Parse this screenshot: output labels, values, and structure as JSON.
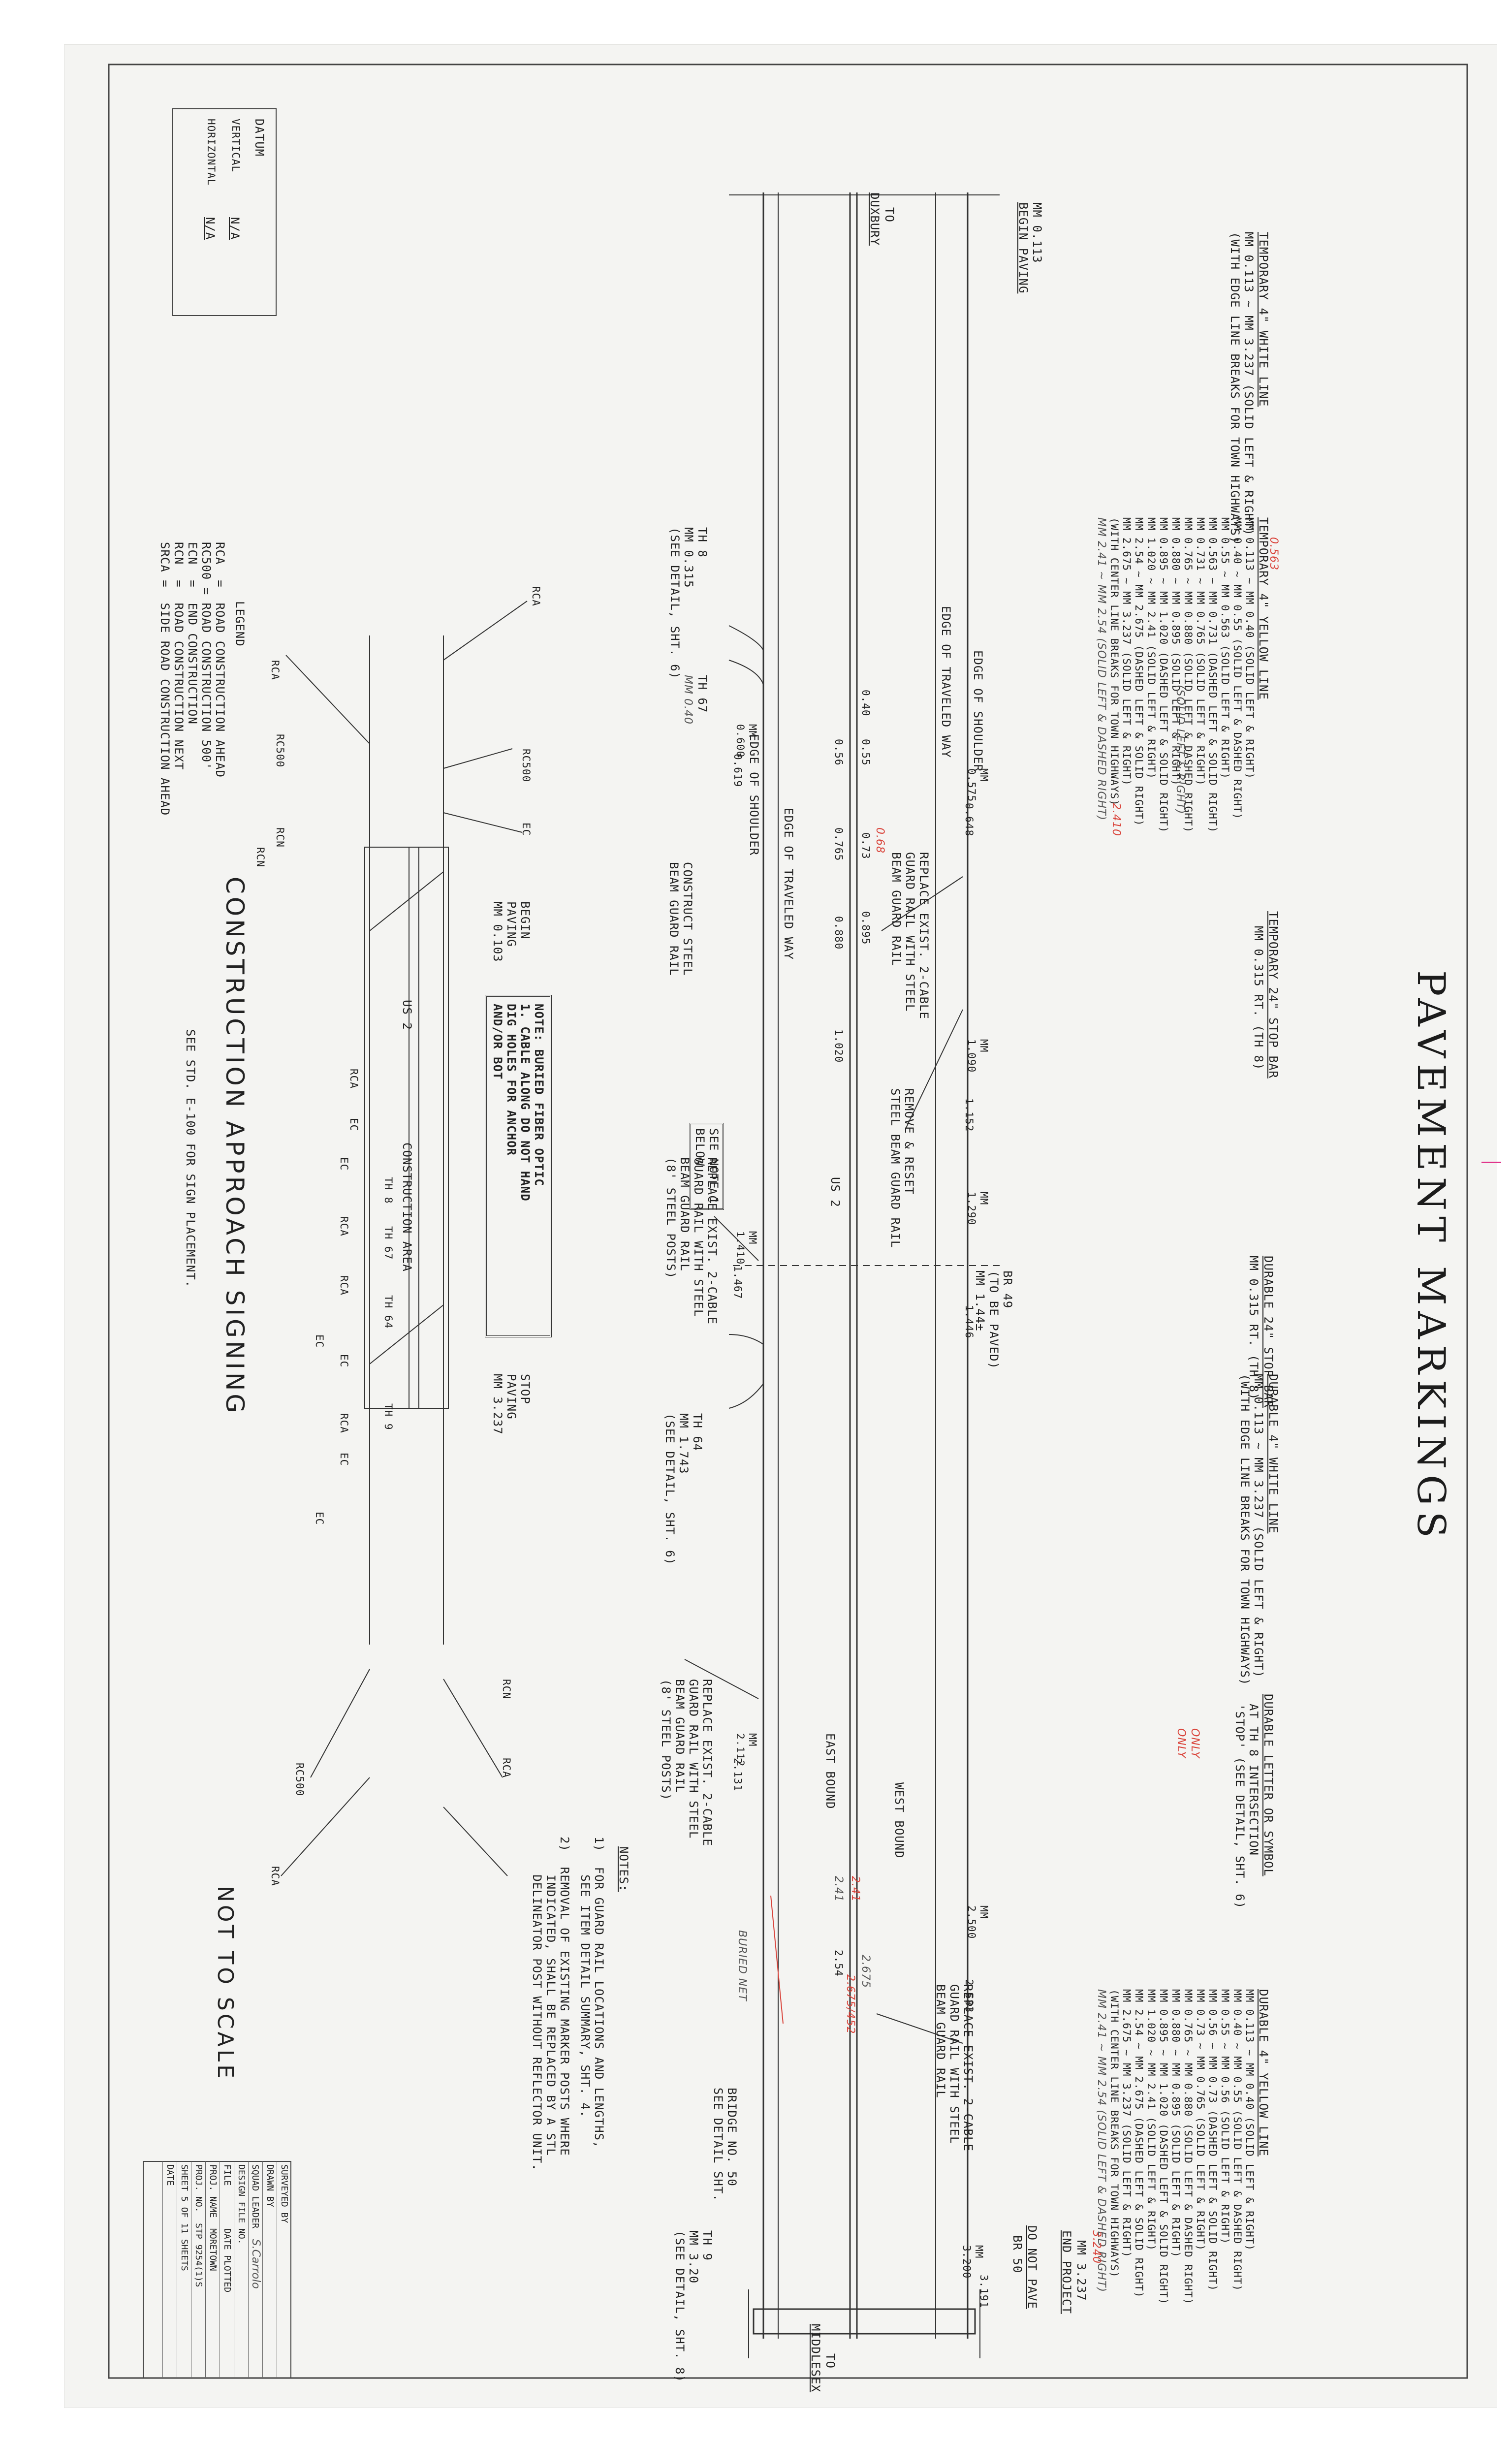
{
  "title": "PAVEMENT MARKINGS",
  "diagram_labels": {
    "to_left": "TO",
    "to_left_2": "DUXBURY",
    "to_right": "TO",
    "to_right_2": "MIDDLESEX",
    "mm_begin_paving_1": "MM 0.113",
    "mm_begin_paving_2": "BEGIN PAVING",
    "edge_shoulder_top": "EDGE OF SHOULDER",
    "edge_traveled_top": "EDGE OF TRAVELED WAY",
    "edge_traveled_bottom": "EDGE OF TRAVELED WAY",
    "edge_shoulder_bottom": "EDGE OF SHOULDER",
    "us2_road": "US 2",
    "west_bound": "WEST BOUND",
    "east_bound": "EAST BOUND",
    "buried_net": "BURIED NET",
    "do_not_pave": "DO NOT PAVE",
    "br50": "BR 50",
    "end_project_mm": "MM 3.237",
    "end_project": "END PROJECT",
    "bridge_note": "BRIDGE NO. 50\nSEE DETAIL SHT.",
    "th8_label": "TH 8\nMM 0.315\n(SEE DETAIL, SHT. 6)",
    "th67_label": "TH 67",
    "th67_mm": "MM 0.40",
    "th64_label": "TH 64\nMM 1.743\n(SEE DETAIL, SHT. 6)",
    "th9_label": "TH 9\nMM 3.20\n(SEE DETAIL, SHT. 8)",
    "br49_label": "BR 49\n(TO BE PAVED)\nMM 1.44±",
    "replace_guard_1": "REPLACE EXIST. 2-CABLE\nGUARD RAIL WITH STEEL\nBEAM GUARD RAIL",
    "construct_guard": "CONSTRUCT STEEL\nBEAM GUARD RAIL",
    "remove_reset": "REMOVE & RESET\nSTEEL BEAM GUARD RAIL",
    "replace_guard_2": "REPLACE EXIST. 2-CABLE\nGUARD RAIL WITH STEEL\nBEAM GUARD RAIL\n(8' STEEL POSTS)",
    "replace_guard_3": "REPLACE EXIST. 2-CABLE\nGUARD RAIL WITH STEEL\nBEAM GUARD RAIL\n(8' STEEL POSTS)",
    "replace_guard_4": "REPLACE EXIST. 2-CABLE\nGUARD RAIL WITH STEEL\nBEAM GUARD RAIL",
    "see_note_1": "SEE NOTE 1\nBELOW"
  },
  "mm_ticks": {
    "top_row": [
      {
        "mm": "MM\n0.575",
        "sub": "0.648"
      },
      {
        "mm": "MM\n1.090",
        "sub": "1.152"
      },
      {
        "mm": "MM\n1.290",
        "sub": "1.446"
      },
      {
        "mm": "MM\n2.500",
        "sub": "2.583"
      },
      {
        "mm": "MM\n3.200",
        "sub": "3.191"
      }
    ],
    "centerline": [
      "0.40",
      "0.55",
      "0.56",
      "0.73",
      "0.765",
      "0.880",
      "0.895",
      "1.020",
      "2.54",
      "2.675",
      "2.41"
    ],
    "bottom_row": [
      {
        "mm": "MM\n0.600",
        "sub": "0.619"
      },
      {
        "mm": "MM\n1.410",
        "sub": "1.467"
      },
      {
        "mm": "MM\n2.112",
        "sub": "2.131"
      }
    ]
  },
  "temp_white": {
    "heading": "TEMPORARY 4\" WHITE LINE",
    "lines": "MM 0.113 ~ MM 3.237 (SOLID LEFT & RIGHT)\n(WITH EDGE LINE BREAKS FOR TOWN HIGHWAYS)"
  },
  "temp_yellow": {
    "heading": "TEMPORARY 4\" YELLOW LINE",
    "lines": "MM 0.113 ~ MM 0.40 (SOLID LEFT & RIGHT)\nMM 0.40 ~ MM 0.55 (SOLID LEFT & DASHED RIGHT)\nMM 0.55 ~ MM 0.563 (SOLID LEFT & RIGHT)\nMM 0.563 ~ MM 0.731 (DASHED LEFT & SOLID RIGHT)\nMM 0.731 ~ MM 0.765 (SOLID LEFT & RIGHT)\nMM 0.765 ~ MM 0.880 (SOLID LEFT & DASHED RIGHT)\nMM 0.880 ~ MM 0.895 (SOLID LEFT & RIGHT)\nMM 0.895 ~ MM 1.020 (DASHED LEFT & SOLID RIGHT)\nMM 1.020 ~ MM 2.41 (SOLID LEFT & RIGHT)\nMM 2.54 ~ MM 2.675 (DASHED LEFT & SOLID RIGHT)\nMM 2.675 ~ MM 3.237 (SOLID LEFT & RIGHT)\n(WITH CENTER LINE BREAKS FOR TOWN HIGHWAYS)"
  },
  "temp_stop": {
    "heading": "TEMPORARY 24\" STOP BAR",
    "lines": "MM 0.315 RT. (TH 8)"
  },
  "durable_stop": {
    "heading": "DURABLE 24\" STOP BAR",
    "lines": "MM 0.315 RT. (TH 8)"
  },
  "durable_white": {
    "heading": "DURABLE 4\" WHITE LINE",
    "lines": "MM 0.113 ~ MM 3.237 (SOLID LEFT & RIGHT)\n(WITH EDGE LINE BREAKS FOR TOWN HIGHWAYS)"
  },
  "durable_letter": {
    "heading": "DURABLE LETTER OR SYMBOL",
    "lines": "AT TH 8 INTERSECTION\n'STOP' (SEE DETAIL, SHT. 6)"
  },
  "durable_yellow": {
    "heading": "DURABLE 4\" YELLOW LINE",
    "lines": "MM 0.113 ~ MM 0.40 (SOLID LEFT & RIGHT)\nMM 0.40 ~ MM 0.55 (SOLID LEFT & DASHED RIGHT)\nMM 0.55 ~ MM 0.56 (SOLID LEFT & RIGHT)\nMM 0.56 ~ MM 0.73 (DASHED LEFT & SOLID RIGHT)\nMM 0.73 ~ MM 0.765 (SOLID LEFT & RIGHT)\nMM 0.765 ~ MM 0.880 (SOLID LEFT & DASHED RIGHT)\nMM 0.880 ~ MM 0.895 (SOLID LEFT & RIGHT)\nMM 0.895 ~ MM 1.020 (DASHED LEFT & SOLID RIGHT)\nMM 1.020 ~ MM 2.41 (SOLID LEFT & RIGHT)\nMM 2.54 ~ MM 2.675 (DASHED LEFT & SOLID RIGHT)\nMM 2.675 ~ MM 3.237 (SOLID LEFT & RIGHT)\n(WITH CENTER LINE BREAKS FOR TOWN HIGHWAYS)"
  },
  "handwritten": {
    "hw_yellow_1": "MM 2.41 ~ MM 2.54 (SOLID LEFT & DASHED RIGHT)",
    "hw_yellow_2": "MM 2.41 ~ MM 2.54 (SOLID LEFT & DASHED RIGHT)",
    "hw_red_1": "0.563",
    "hw_red_2": "2.410",
    "hw_red_3": "3.240",
    "hw_red_4": "0.68",
    "hw_red_5": "2.41",
    "hw_red_6": "2.675/452",
    "hw_only": "ONLY\nONLY",
    "hw_sol": "(SOLID LEFT & RIGHT)"
  },
  "construction_signing": {
    "heading": "CONSTRUCTION APPROACH SIGNING",
    "sub": "SEE STD. E-100 FOR SIGN PLACEMENT.",
    "begin_paving": "BEGIN\nPAVING\nMM 0.103",
    "stop_paving": "STOP\nPAVING\nMM 3.237",
    "construction_area": "CONSTRUCTION AREA",
    "us2": "US 2",
    "note_box": "NOTE: BURIED FIBER OPTIC\n1. CABLE ALONG DO NOT HAND\nDIG HOLES FOR ANCHOR\nAND/OR BOT",
    "signs": [
      "RCA",
      "RC500",
      "RCN",
      "EC",
      "RCA",
      "RC500",
      "RCN",
      "EC",
      "RCA",
      "RC500",
      "RCN",
      "RCA",
      "EC",
      "TH 8",
      "TH 67",
      "TH 64",
      "TH 9",
      "EC",
      "RCA",
      "EC",
      "RCA",
      "RCA",
      "EC",
      "RCA",
      "EC"
    ]
  },
  "legend": {
    "heading": "LEGEND",
    "items": [
      "RCA  =  ROAD CONSTRUCTION AHEAD",
      "RC500 = ROAD CONSTRUCTION 500'",
      "ECN  =  END CONSTRUCTION",
      "RCN  =  ROAD CONSTRUCTION NEXT",
      "SRCA =  SIDE ROAD CONSTRUCTION AHEAD"
    ]
  },
  "notes": {
    "heading": "NOTES:",
    "items": [
      "1)  FOR GUARD RAIL LOCATIONS AND LENGTHS,\n     SEE ITEM DETAIL SUMMARY, SHT. 4.",
      "2)  REMOVAL OF EXISTING MARKER POSTS WHERE\n     INDICATED, SHALL BE REPLACED BY A STL\n     DELINEATOR POST WITHOUT REFLECTOR UNIT."
    ]
  },
  "not_to_scale": "NOT TO SCALE",
  "datum": {
    "title": "DATUM",
    "vertical_label": "VERTICAL",
    "vertical_value": "N/A",
    "horizontal_label": "HORIZONTAL",
    "horizontal_value": "N/A"
  },
  "title_block": {
    "surveyed_by": "SURVEYED BY",
    "drawn_by": "DRAWN BY",
    "squad_leader": "SQUAD LEADER",
    "squad_leader_sig": "S.Carrolo",
    "design_file_no": "DESIGN FILE NO.",
    "file": "FILE",
    "proj_name_label": "PROJ. NAME",
    "proj_name": "MORETOWN",
    "proj_no_label": "PROJ. NO.",
    "proj_no": "STP 9254(1)S",
    "sheet": "SHEET 5 OF 11 SHEETS",
    "date": "DATE",
    "date_plotted": "DATE PLOTTED"
  }
}
